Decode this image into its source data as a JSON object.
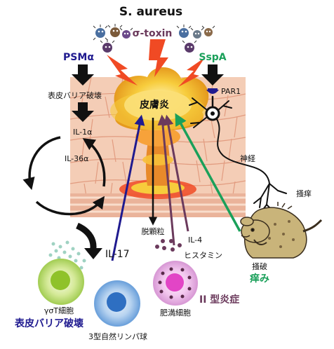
{
  "title": "S. aureus",
  "toxins": {
    "sigma": "σ-toxin",
    "psm": "PSMα",
    "ssp": "SspA"
  },
  "center_label": "皮膚炎",
  "receptor": "PAR1",
  "barrier_damage": "表皮バリア破壊",
  "cytokines": {
    "il1": "IL-1α",
    "il36": "IL-36α",
    "il17": "IL-17",
    "il4": "IL-4"
  },
  "degranulation": "脱顆粒",
  "histamine": "ヒスタミン",
  "nerve": "神経",
  "itch_sensation": "掻痒",
  "scratching": "掻破",
  "itch": "痒み",
  "cells": {
    "gd_t": "γσT細胞",
    "ilc3": "3型自然リンパ球",
    "mast": "肥満細胞"
  },
  "outcomes": {
    "barrier": "表皮バリア破壊",
    "type2": "II 型炎症"
  },
  "colors": {
    "psm": "#1f1a8f",
    "ssp": "#1aa05a",
    "sigma": "#6b3a5c",
    "type2": "#6b3a5c",
    "skin": "#f2c6ae",
    "explosion": "#f2c23a",
    "flame": "#f04a24"
  }
}
